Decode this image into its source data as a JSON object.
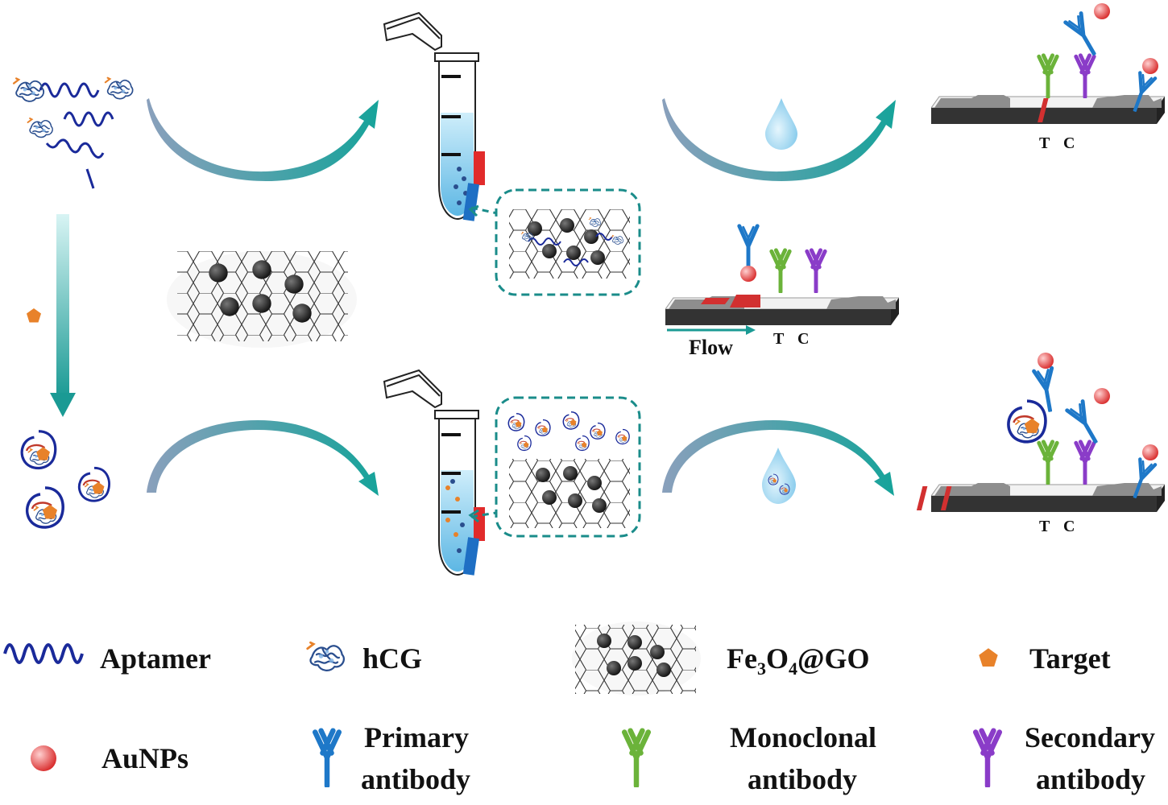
{
  "strip_labels": {
    "test_line": "T",
    "control_line": "C",
    "flow": "Flow"
  },
  "legend": {
    "aptamer": "Aptamer",
    "hcg": "hCG",
    "fe3o4_go": {
      "a": "Fe",
      "b": "3",
      "c": "O",
      "d": "4",
      "e": "@GO"
    },
    "target": "Target",
    "aunps": "AuNPs",
    "primary_antibody": [
      "Primary",
      "antibody"
    ],
    "monoclonal_antibody": [
      "Monoclonal",
      "antibody"
    ],
    "secondary_antibody": [
      "Secondary",
      "antibody"
    ]
  },
  "colors": {
    "aptamer": "#1a2a9a",
    "target": "#e8822a",
    "aunp": "#e0383a",
    "primary_antibody": "#1e78c8",
    "monoclonal_antibody": "#6bb33a",
    "secondary_antibody": "#8a3cc8",
    "arrow_teal": "#1a9a94",
    "arrow_grey": "#7f97b4",
    "liquid": "#a8d8ee",
    "test_line_red": "#d23030"
  }
}
